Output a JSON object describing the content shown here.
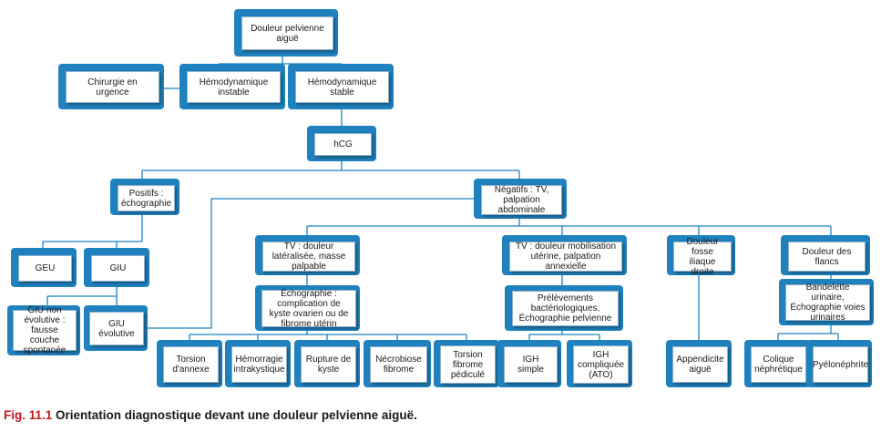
{
  "diagram": {
    "root": "Douleur pelvienne aiguë",
    "chirurgie": "Chirurgie en urgence",
    "instable": "Hémodynamique instable",
    "stable": "Hémodynamique stable",
    "hcg": "hCG",
    "positifs": "Positifs : échographie",
    "negatifs": "Négatifs : TV, palpation abdominale",
    "geu": "GEU",
    "giu": "GIU",
    "giu_non_evolutive": "GIU non évolutive : fausse couche spontanée",
    "giu_evolutive": "GIU évolutive",
    "tv_lateralisee": "TV : douleur latéralisée, masse palpable",
    "echographie": "Échographie : complication de kyste ovarien ou de fibrome utérin",
    "torsion_annexe": "Torsion d'annexe",
    "hemorragie": "Hémorragie intrakystique",
    "rupture": "Rupture de kyste",
    "necrobiose": "Nécrobiose fibrome",
    "torsion_fibrome": "Torsion fibrome pédiculé",
    "tv_mobilisation": "TV : douleur mobilisation utérine, palpation annexielle",
    "prelevements": "Prélèvements bactériologiques, Échographie pelvienne",
    "igh_simple": "IGH simple",
    "igh_compliquee": "IGH compliquée (ATO)",
    "fosse_iliaque": "Douleur fosse iliaque droite",
    "appendicite": "Appendicite aiguë",
    "flancs": "Douleur des flancs",
    "bandelette": "Bandelette urinaire, Échographie voies urinaires",
    "colique": "Colique néphrétique",
    "pyelonephrite": "Pyélonéphrite"
  },
  "caption": {
    "number": "Fig. 11.1",
    "text": "Orientation diagnostique devant une douleur pelvienne aiguë."
  },
  "colors": {
    "accent": "#1f82bf",
    "caption_number": "#c8141e"
  }
}
